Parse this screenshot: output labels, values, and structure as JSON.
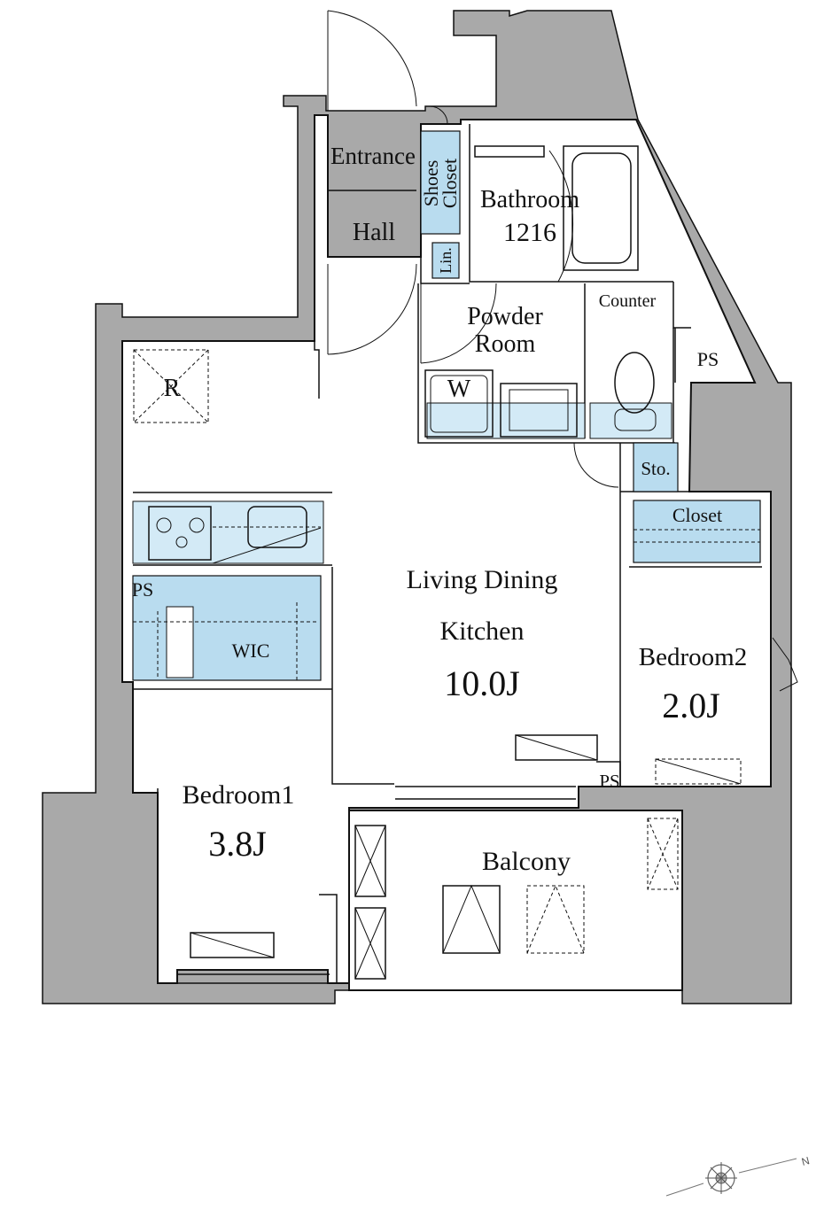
{
  "plan": {
    "rooms": {
      "entrance": "Entrance",
      "hall": "Hall",
      "shoes_closet_line1": "Shoes",
      "shoes_closet_line2": "Closet",
      "linen": "Lin.",
      "bathroom": "Bathroom",
      "bathroom_size": "1216",
      "counter": "Counter",
      "powder_room_line1": "Powder",
      "powder_room_line2": "Room",
      "washer": "W",
      "refrigerator": "R",
      "ps_top": "PS",
      "storage": "Sto.",
      "closet": "Closet",
      "ps_left": "PS",
      "wic": "WIC",
      "ldk_line1": "Living Dining",
      "ldk_line2": "Kitchen",
      "ldk_size": "10.0J",
      "bedroom2": "Bedroom2",
      "bedroom2_size": "2.0J",
      "ps_bottom": "PS",
      "bedroom1": "Bedroom1",
      "bedroom1_size": "3.8J",
      "balcony": "Balcony"
    },
    "compass": {
      "north_label": "N"
    },
    "colors": {
      "wall": "#a9a9a9",
      "storage": "#b9dcef"
    }
  }
}
